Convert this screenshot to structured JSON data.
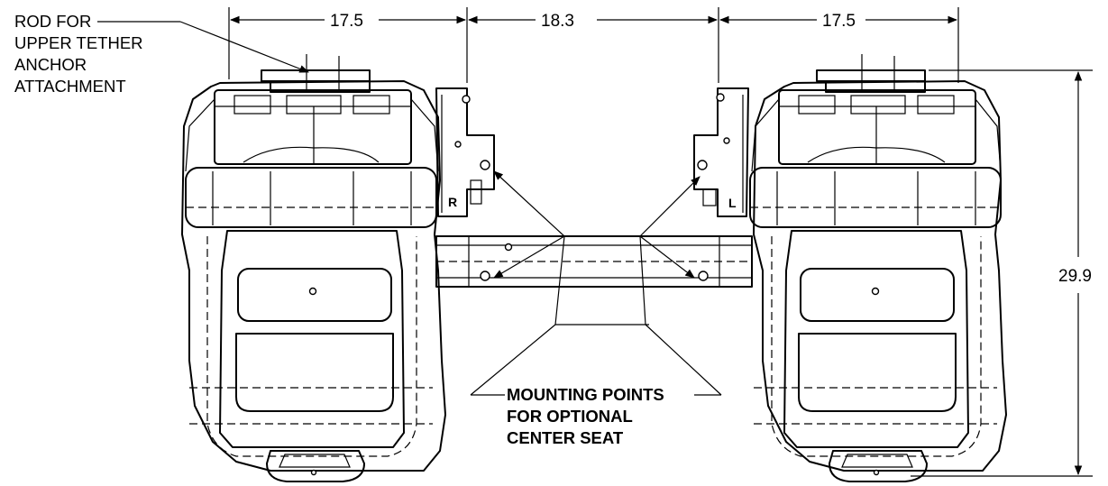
{
  "dimensions": {
    "left_seat_width": "17.5",
    "center_gap": "18.3",
    "right_seat_width": "17.5",
    "overall_depth": "29.9"
  },
  "labels": {
    "tether_rod": [
      "ROD FOR",
      "UPPER TETHER",
      "ANCHOR",
      "ATTACHMENT"
    ],
    "mounting_points": [
      "MOUNTING POINTS",
      "FOR OPTIONAL",
      "CENTER SEAT"
    ],
    "bracket_right": "R",
    "bracket_left": "L"
  }
}
